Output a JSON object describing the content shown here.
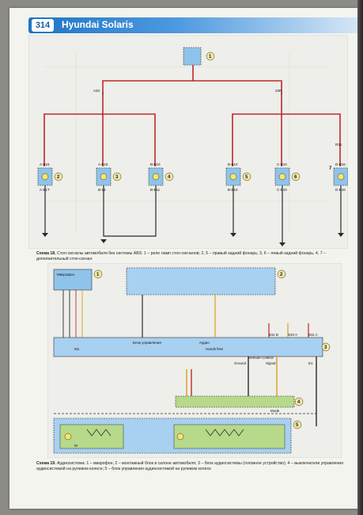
{
  "header": {
    "page_number": "314",
    "book_title": "Hyundai Solaris"
  },
  "diagram1": {
    "wire_labels": [
      "A33",
      "33R",
      "R31"
    ],
    "pin_labels": {
      "s1_top": "A-B15",
      "s1_bot": "A-B1T",
      "s2_top": "A-B16",
      "s2_bot": "B-16",
      "s3_top": "B-B10",
      "s3_bot": "B-B11",
      "s4_top": "B-B10",
      "s4_bot": "B-B10",
      "s5_top": "C-B10",
      "s5_bot": "C-B10",
      "s6_top": "D-B16",
      "s6_bot": "D-B16"
    },
    "callouts": [
      "1",
      "2",
      "3",
      "4",
      "5",
      "6",
      "7"
    ],
    "caption_label": "Схема 18.",
    "caption_text": "Стоп-сигналы автомобиля без системы ABS: 1 – реле ламп стоп-сигналов; 2, 5 – правый задний фонарь; 3, 6 – левый задний фонарь; 4, 7 – дополнительный стоп-сигнал"
  },
  "diagram2": {
    "labels": {
      "mic": "Микрофон",
      "body_ctrl": "Блок управления",
      "audio_ctrl": "Аудио",
      "hands_free": "Hands free",
      "ground": "Ground",
      "signal": "Signal",
      "remote_ctrl": "Remote Control",
      "key_a": "B11 B",
      "key_b": "B10 A",
      "key_c": "B11 A",
      "mode": "Mode",
      "pin_m1": "M1",
      "pin_e1": "E1",
      "pin_m": "M"
    },
    "callouts": [
      "1",
      "2",
      "3",
      "4",
      "5"
    ],
    "caption_label": "Схема 19.",
    "caption_text": "Аудиосистема: 1 – микрофон; 2 – монтажный блок в салоне автомобиля; 3 – блок аудиосистемы (головное устройство); 4 – выключатели управления аудиосистемой на рулевом колесе; 5 – блок управления аудиосистемой на рулевом колесе"
  },
  "colors": {
    "accent_blue": "#2f7fd0",
    "box_fill": "#a8d0f0",
    "green_box": "#b7d98a",
    "wire_red": "#c0282a",
    "wire_dark": "#2a2a2a"
  }
}
